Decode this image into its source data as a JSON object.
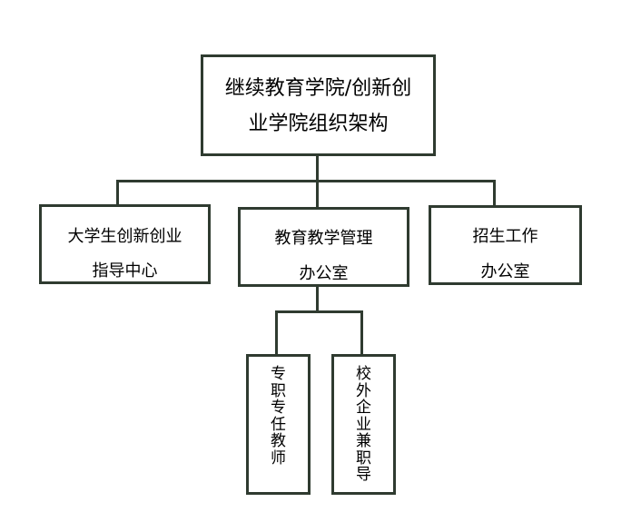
{
  "root": {
    "line1": "继续教育学院/创新创",
    "line2": "业学院组织架构"
  },
  "departments": [
    {
      "line1": "大学生创新创业",
      "line2": "指导中心"
    },
    {
      "line1": "教育教学管理",
      "line2": "办公室"
    },
    {
      "line1": "招生工作",
      "line2": "办公室"
    }
  ],
  "staff": [
    {
      "label": "专职专任教师"
    },
    {
      "label": "校外企业兼职导"
    }
  ],
  "colors": {
    "border": "#2f3b30",
    "background": "#ffffff"
  }
}
